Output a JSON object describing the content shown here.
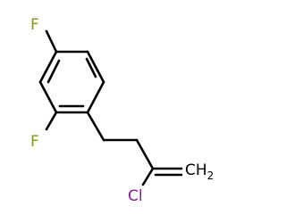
{
  "molecule": {
    "atoms": {
      "f_top": {
        "symbol": "F",
        "color": "#7a9a1a"
      },
      "f_bottom": {
        "symbol": "F",
        "color": "#7a9a1a"
      },
      "cl": {
        "symbol": "Cl",
        "color": "#8b1a9a"
      },
      "ch2": {
        "symbol": "CH",
        "subscript": "2",
        "color": "#000000"
      }
    }
  }
}
